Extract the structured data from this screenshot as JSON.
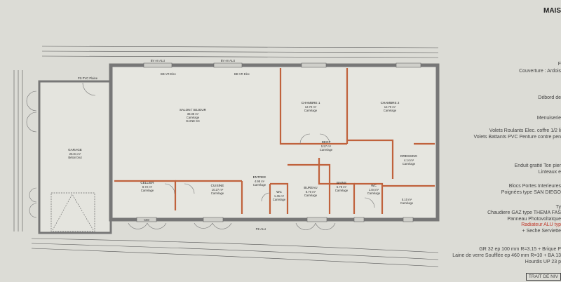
{
  "title": "MAIS",
  "rooms": {
    "salon": {
      "name": "SALON / SEJOUR",
      "area": "38.38 m²",
      "floor": "Carrelage",
      "extra": "GAINE SC"
    },
    "chambre1": {
      "name": "CHAMBRE 1",
      "area": "12.70 m²",
      "floor": "Carrelage"
    },
    "chambre2": {
      "name": "CHAMBRE 2",
      "area": "12.70 m²",
      "floor": "Carrelage"
    },
    "degt": {
      "name": "DEGT",
      "area": "5.57 m²",
      "floor": "Carrelage"
    },
    "dressing": {
      "name": "DRESSING",
      "area": "4.14 m²",
      "floor": "Carrelage"
    },
    "cellier": {
      "name": "CELLIER",
      "area": "8.72 m²",
      "floor": "Carrelage"
    },
    "cuisine": {
      "name": "CUISINE",
      "area": "10.27 m²",
      "floor": "Carrelage"
    },
    "entree": {
      "name": "ENTREE",
      "area": "4.98 m²",
      "floor": "Carrelage"
    },
    "wc1": {
      "name": "WC",
      "area": "1.45 m²",
      "floor": "Carrelage"
    },
    "bureau": {
      "name": "BUREAU",
      "area": "8.70 m²",
      "floor": "Carrelage"
    },
    "bains": {
      "name": "BAINS",
      "area": "5.78 m²",
      "floor": "Carrelage"
    },
    "wc2": {
      "name": "WC",
      "area": "1.84 m²",
      "floor": "Carrelage"
    },
    "chambre3": {
      "area": "5.10 m²",
      "floor": "Carrelage"
    },
    "garage": {
      "name": "GARAGE",
      "area": "26.81 m²",
      "floor": "Béton brut"
    }
  },
  "annotations": {
    "top_bv1": "BV en ALU",
    "top_bv2": "BV en ALU",
    "top_vr1": "BB VR Elec",
    "top_vr2": "BB VR Elec",
    "garage_door": "PS PVC Plaine",
    "entry_door": "PE ALU",
    "window_code": "C60"
  },
  "notes": [
    {
      "text": "F",
      "color": "normal"
    },
    {
      "text": "Couverture : Ardois",
      "color": "normal"
    },
    {
      "text": "Débord de",
      "color": "normal"
    },
    {
      "text": "Menuiserie",
      "color": "normal"
    },
    {
      "text": "Volets Roulants Elec. coffre 1/2 li",
      "color": "normal"
    },
    {
      "text": "Volets Battants PVC Penture contre pen",
      "color": "normal"
    },
    {
      "text": "Enduit gratté Ton pier",
      "color": "normal"
    },
    {
      "text": "Linteaux e",
      "color": "normal"
    },
    {
      "text": "Blocs Portes Interieures",
      "color": "normal"
    },
    {
      "text": "Poignées type SAN DIEGO",
      "color": "normal"
    },
    {
      "text": "Ty",
      "color": "normal"
    },
    {
      "text": "Chaudiere GAZ type THEMA FAS",
      "color": "normal"
    },
    {
      "text": "Panneau Photovoltaïque",
      "color": "normal"
    },
    {
      "text": "Radiateur ALU typ",
      "color": "red"
    },
    {
      "text": "+ Seche Serviette",
      "color": "normal"
    },
    {
      "text": "GR 32 ep 100 mm R=3.15 + Brique P",
      "color": "normal"
    },
    {
      "text": "Laine de verre Soufflée ep 460 mm R=10 + BA 13",
      "color": "normal"
    },
    {
      "text": "Hourdis UP 23 p",
      "color": "normal"
    }
  ],
  "stamp": "TRAIT DE NIV",
  "colors": {
    "paper": "#dcdcd6",
    "wall": "#7a7a78",
    "partition": "#c0623c",
    "note_red": "#c0392b"
  }
}
